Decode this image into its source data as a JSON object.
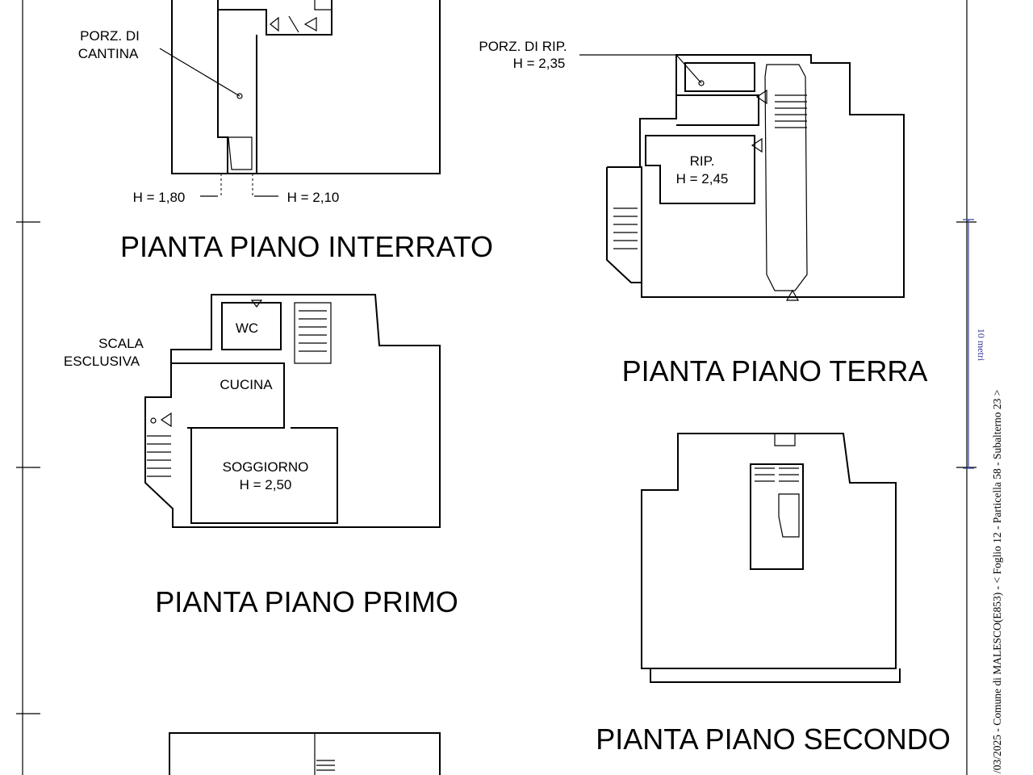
{
  "plans": {
    "interrato": {
      "title": "PIANTA PIANO INTERRATO",
      "porz_line1": "PORZ. DI",
      "porz_line2": "CANTINA",
      "h_left": "H = 1,80",
      "h_right": "H = 2,10"
    },
    "terra": {
      "title": "PIANTA PIANO TERRA",
      "porz_line1": "PORZ. DI RIP.",
      "porz_line2": "H = 2,35",
      "rip_line1": "RIP.",
      "rip_line2": "H = 2,45"
    },
    "primo": {
      "title": "PIANTA PIANO PRIMO",
      "scala_line1": "SCALA",
      "scala_line2": "ESCLUSIVA",
      "wc": "WC",
      "cucina": "CUCINA",
      "soggiorno_line1": "SOGGIORNO",
      "soggiorno_line2": "H = 2,50"
    },
    "secondo": {
      "title": "PIANTA PIANO SECONDO"
    }
  },
  "margin": {
    "scale_label": "10 metri",
    "stamp": "/03/2025 - Comune di MALESCO(E853) - < Foglio 12 - Particella 58 - Subalterno 23 >"
  }
}
